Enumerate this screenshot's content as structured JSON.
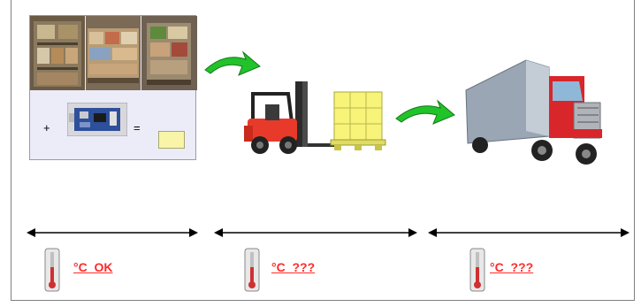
{
  "equation": {
    "plus": "+",
    "equals": "="
  },
  "stages": [
    {
      "temperature": "°C  OK"
    },
    {
      "temperature": "°C  ???"
    },
    {
      "temperature": "°C  ???"
    }
  ],
  "colors": {
    "arrow_green": "#22c22a",
    "status_red": "#ff2a2a",
    "result_yellow": "#f9f5a8"
  }
}
